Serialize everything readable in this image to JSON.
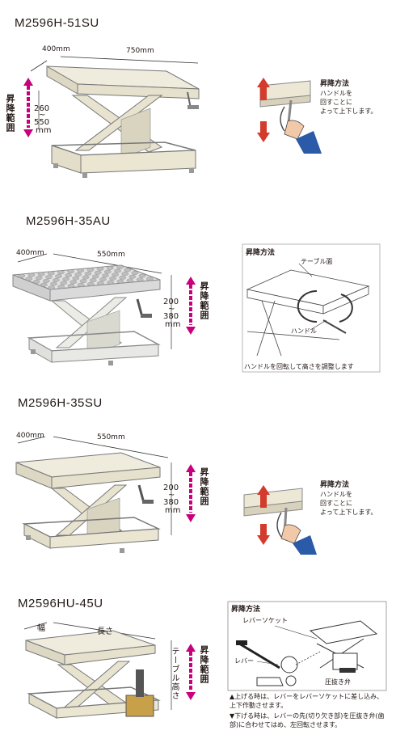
{
  "colors": {
    "magenta": "#c8007d",
    "beige": "#ece8d8",
    "outline": "#555555",
    "red": "#d33b2c"
  },
  "section1": {
    "model": "M2596H-51SU",
    "width_dim": "400mm",
    "length_dim": "750mm",
    "range_label": "昇降範囲",
    "range_min": "260",
    "range_tilde": "~",
    "range_max": "550",
    "range_unit": "mm",
    "method_title": "昇降方法",
    "method_text": [
      "ハンドルを",
      "回すことに",
      "よって上下します。"
    ]
  },
  "section2": {
    "model": "M2596H-35AU",
    "width_dim": "400mm",
    "length_dim": "550mm",
    "range_label": "昇降範囲",
    "range_min": "200",
    "range_tilde": "~",
    "range_max": "380",
    "range_unit": "mm",
    "method_title": "昇降方法",
    "table_label": "テーブル面",
    "handle_label": "ハンドル",
    "caption": "ハンドルを回転して高さを調整します"
  },
  "section3": {
    "model": "M2596H-35SU",
    "width_dim": "400mm",
    "length_dim": "550mm",
    "range_label": "昇降範囲",
    "range_min": "200",
    "range_tilde": "~",
    "range_max": "380",
    "range_unit": "mm",
    "method_title": "昇降方法",
    "method_text": [
      "ハンドルを",
      "回すことに",
      "よって上下します。"
    ]
  },
  "section4": {
    "model": "M2596HU-45U",
    "width_dim": "幅",
    "length_dim": "長さ",
    "height_label": "テーブル高さ",
    "range_label": "昇降範囲",
    "method_title": "昇降方法",
    "socket_label": "レバーソケット",
    "lever_label": "レバー",
    "valve_label": "圧抜き弁",
    "note1": "▲上げる時は、レバーをレバーソケットに差し込み、上下作動させます。",
    "note2": "▼下げる時は、レバーの先(切り欠き部)を圧抜き弁(歯部)に合わせてはめ、左回転させます。"
  }
}
